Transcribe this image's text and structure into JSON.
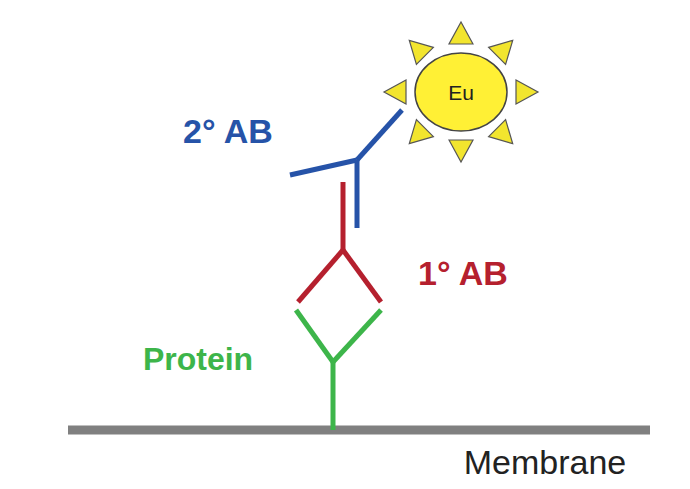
{
  "diagram": {
    "nodes": [
      {
        "text": [
          "Eu"
        ]
      }
    ],
    "labels": [
      "2° AB",
      "1° AB",
      "Protein",
      "Membrane"
    ]
  }
}
